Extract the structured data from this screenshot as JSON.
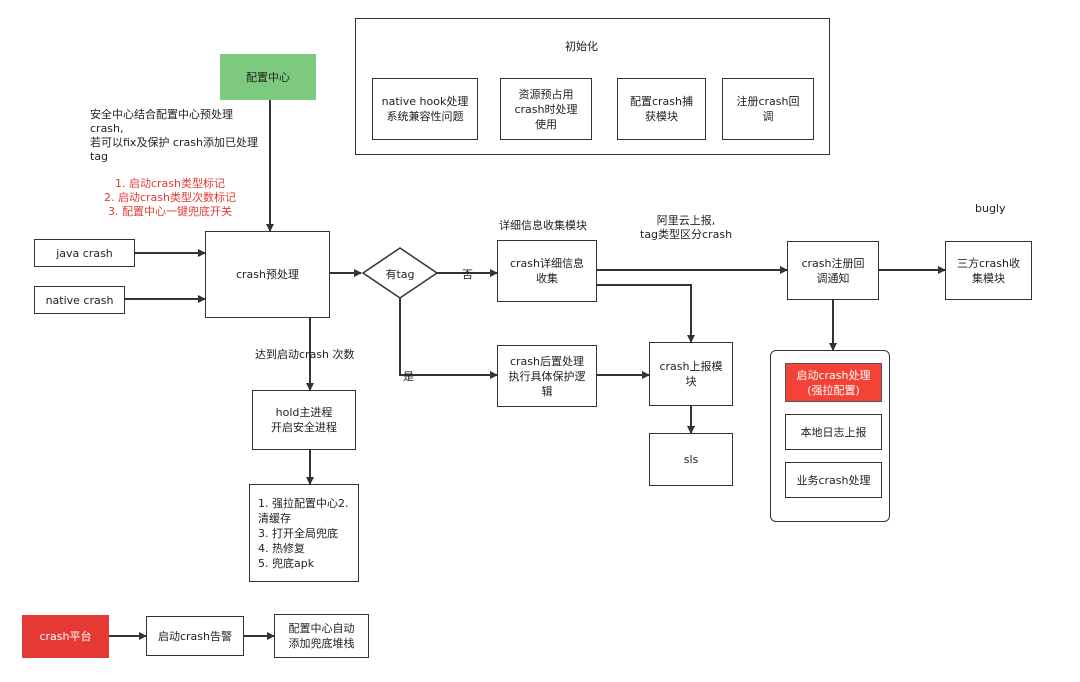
{
  "init": {
    "title": "初始化",
    "items": [
      "native hook处理\n系统兼容性问题",
      "资源预占用\ncrash时处理\n使用",
      "配置crash捕\n获模块",
      "注册crash回\n调"
    ]
  },
  "config_center": "配置中心",
  "config_desc": "安全中心结合配置中心预处理\ncrash,\n若可以fix及保护 crash添加已处理\ntag",
  "config_marks": "1. 启动crash类型标记\n2. 启动crash类型次数标记\n3. 配置中心一键兜底开关",
  "java_crash": "java crash",
  "native_crash": "native crash",
  "pre_process": "crash预处理",
  "decision": "有tag",
  "no_label": "否",
  "yes_label": "是",
  "reach_label": "达到启动crash 次数",
  "hold_process": "hold主进程\n开启安全进程",
  "safe_steps": "1. 强拉配置中心2.\n清缓存\n3. 打开全局兜底\n4.  热修复\n5. 兜底apk",
  "detail_module_label": "详细信息收集模块",
  "detail_collect": "crash详细信息\n收集",
  "aliyun_label": "阿里云上报,\ntag类型区分crash",
  "register_callback": "crash注册回\n调通知",
  "third_party": "三方crash收\n集模块",
  "bugly": "bugly",
  "post_process": "crash后置处理\n执行具体保护逻\n辑",
  "report_module": "crash上报模\n块",
  "sls": "sls",
  "startup_handle": "启动crash处理\n(强拉配置)",
  "local_log": "本地日志上报",
  "biz_handle": "业务crash处理",
  "crash_platform": "crash平台",
  "startup_alert": "启动crash告警",
  "auto_add": "配置中心自动\n添加兜底堆栈"
}
